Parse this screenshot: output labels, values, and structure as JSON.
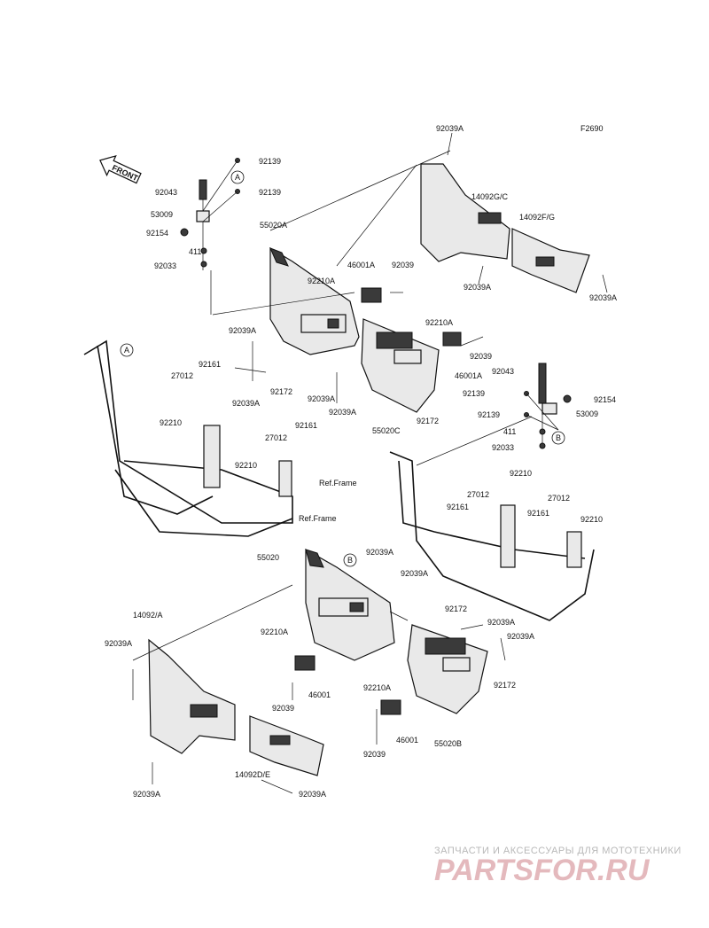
{
  "figure_code": "F2690",
  "front_label": "FRONT",
  "ref_marks": [
    "A",
    "B"
  ],
  "labels": {
    "l_92039A_top": "92039A",
    "l_92139_1": "92139",
    "l_92139_2": "92139",
    "l_92043_l": "92043",
    "l_53009_l": "53009",
    "l_92154_l": "92154",
    "l_411_l": "411",
    "l_92033_l": "92033",
    "l_55020A": "55020A",
    "l_14092GC": "14092G/C",
    "l_14092FG": "14092F/G",
    "l_92210A_1": "92210A",
    "l_46001A_1": "46001A",
    "l_92039_1": "92039",
    "l_92039A_2": "92039A",
    "l_92039A_3": "92039A",
    "l_92210A_2": "92210A",
    "l_92039A_4": "92039A",
    "l_92161_1": "92161",
    "l_27012_1": "27012",
    "l_92039A_5": "92039A",
    "l_92172_1": "92172",
    "l_92039A_6": "92039A",
    "l_92039A_7": "92039A",
    "l_46001A_2": "46001A",
    "l_92039_2": "92039",
    "l_92043_r": "92043",
    "l_92139_3": "92139",
    "l_92154_r": "92154",
    "l_92139_4": "92139",
    "l_53009_r": "53009",
    "l_411_r": "411",
    "l_92033_r": "92033",
    "l_92172_2": "92172",
    "l_55020C": "55020C",
    "l_92210_1": "92210",
    "l_27012_2": "27012",
    "l_92161_2": "92161",
    "l_92210_2": "92210",
    "l_refframe_1": "Ref.Frame",
    "l_refframe_2": "Ref.Frame",
    "l_92210_3": "92210",
    "l_27012_3": "27012",
    "l_27012_4": "27012",
    "l_92161_3": "92161",
    "l_92161_4": "92161",
    "l_92210_4": "92210",
    "l_55020": "55020",
    "l_92039A_8": "92039A",
    "l_92039A_9": "92039A",
    "l_14092A": "14092/A",
    "l_92172_3": "92172",
    "l_92039A_10": "92039A",
    "l_92039A_11": "92039A",
    "l_92039A_12": "92039A",
    "l_92210A_3": "92210A",
    "l_92172_4": "92172",
    "l_46001_1": "46001",
    "l_92039_3": "92039",
    "l_92210A_4": "92210A",
    "l_46001_2": "46001",
    "l_55020B": "55020B",
    "l_92039_4": "92039",
    "l_92039A_13": "92039A",
    "l_14092DE": "14092D/E",
    "l_92039A_14": "92039A"
  },
  "watermark": {
    "tagline": "ЗАПЧАСТИ И АКСЕССУАРЫ ДЛЯ МОТОТЕХНИКИ",
    "logo": "PARTSFOR.RU"
  }
}
